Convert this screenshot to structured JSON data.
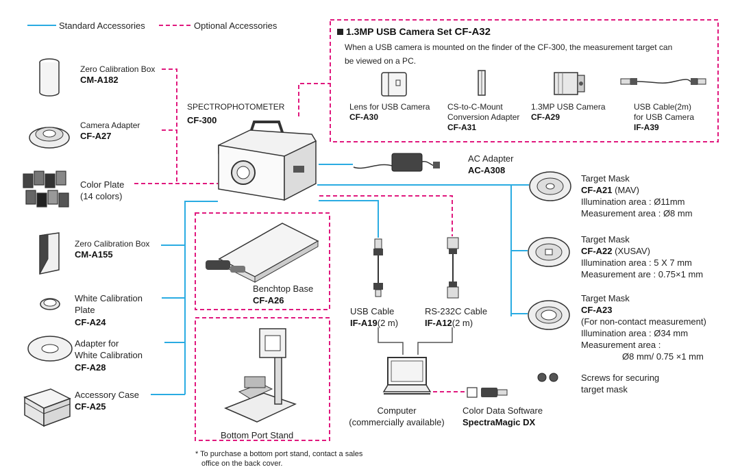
{
  "legend": {
    "standard": "Standard Accessories",
    "optional": "Optional Accessories"
  },
  "colors": {
    "standard_line": "#29abe2",
    "optional_line": "#e0177d",
    "text": "#222222"
  },
  "main": {
    "name": "SPECTROPHOTOMETER",
    "model": "CF-300"
  },
  "camera_set": {
    "title": "1.3MP USB Camera Set",
    "model": "CF-A32",
    "description_line1": "When a USB camera is mounted on the finder of the CF-300, the measurement target can",
    "description_line2": "be viewed on a PC.",
    "items": [
      {
        "name": "Lens for USB Camera",
        "name2": "",
        "model": "CF-A30",
        "icon": "lens-icon"
      },
      {
        "name": "CS-to-C-Mount",
        "name2": "Conversion Adapter",
        "model": "CF-A31",
        "icon": "mount-adapter-icon"
      },
      {
        "name": "1.3MP USB Camera",
        "name2": "",
        "model": "CF-A29",
        "icon": "usb-camera-icon"
      },
      {
        "name": "USB Cable(2m)",
        "name2": "for USB Camera",
        "model": "IF-A39",
        "icon": "usb-cable-icon"
      }
    ]
  },
  "left": {
    "zero_box_1": {
      "name": "Zero Calibration Box",
      "model": "CM-A182"
    },
    "camera_adapter": {
      "name": "Camera Adapter",
      "model": "CF-A27"
    },
    "color_plate": {
      "name": "Color Plate",
      "sub": "(14 colors)"
    },
    "zero_box_2": {
      "name": "Zero Calibration Box",
      "model": "CM-A155"
    },
    "white_plate": {
      "name": "White Calibration",
      "name2": "Plate",
      "model": "CF-A24"
    },
    "adapter_white": {
      "name": "Adapter for",
      "name2": "White Calibration",
      "model": "CF-A28"
    },
    "accessory_case": {
      "name": "Accessory Case",
      "model": "CF-A25"
    }
  },
  "center": {
    "benchtop": {
      "name": "Benchtop Base",
      "model": "CF-A26"
    },
    "bottom_stand": {
      "name": "Bottom Port Stand"
    },
    "ac_adapter": {
      "name": "AC Adapter",
      "model": "AC-A308"
    },
    "usb_cable": {
      "name": "USB Cable",
      "model": "IF-A19",
      "length": "(2 m)"
    },
    "rs232c": {
      "name": "RS-232C Cable",
      "model": "IF-A12",
      "length": "(2 m)"
    },
    "computer": {
      "name": "Computer",
      "sub": "(commercially available)"
    },
    "software": {
      "name": "Color Data Software",
      "model": "SpectraMagic DX"
    }
  },
  "right": {
    "mask1": {
      "name": "Target Mask",
      "model": "CF-A21",
      "variant": " (MAV)",
      "line1": "Illumination area : Ø11mm",
      "line2": "Measurement area : Ø8 mm"
    },
    "mask2": {
      "name": "Target Mask",
      "model": "CF-A22",
      "variant": " (XUSAV)",
      "line1": "Illumination area : 5 X 7 mm",
      "line2": "Measurement are : 0.75×1 mm"
    },
    "mask3": {
      "name": "Target Mask",
      "model": "CF-A23",
      "sub": "(For non-contact measurement)",
      "line1": "Illumination area : Ø34 mm",
      "line2": "Measurement area :",
      "line3": "Ø8 mm/ 0.75 ×1 mm"
    },
    "screws": {
      "line1": "Screws for securing",
      "line2": "target mask"
    }
  },
  "footnote": {
    "line1": "* To purchase a bottom port stand, contact a sales",
    "line2": "office on the back cover."
  }
}
